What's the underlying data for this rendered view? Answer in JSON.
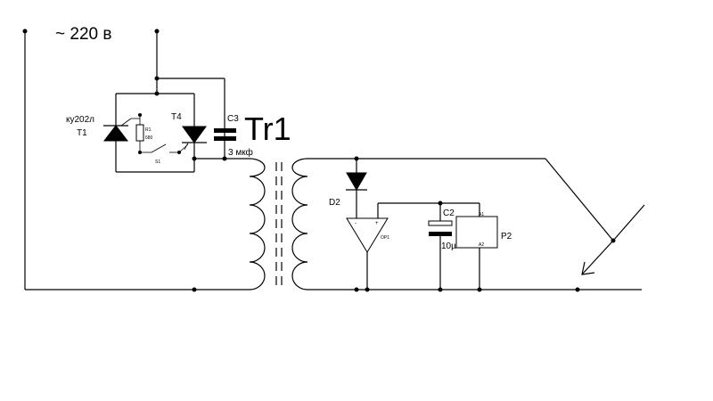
{
  "supply": {
    "label": "~ 220 в"
  },
  "thyristor_t1": {
    "type_label": "ку202л",
    "ref": "T1"
  },
  "thyristor_t4": {
    "ref": "T4"
  },
  "resistor_r1": {
    "label": "R1",
    "value": "680"
  },
  "switch_s1": {
    "label": "S1"
  },
  "capacitor_c3": {
    "ref": "C3",
    "value": "3 мкф"
  },
  "transformer": {
    "ref": "Tr1"
  },
  "diode_d2": {
    "ref": "D2"
  },
  "opamp_op1": {
    "ref": "OP1",
    "plus_pin": "+",
    "minus_pin": "-"
  },
  "capacitor_c2": {
    "ref": "C2",
    "value": "10µ"
  },
  "relay_p2": {
    "ref": "P2",
    "pin_a1": "A1",
    "pin_a2": "A2"
  }
}
